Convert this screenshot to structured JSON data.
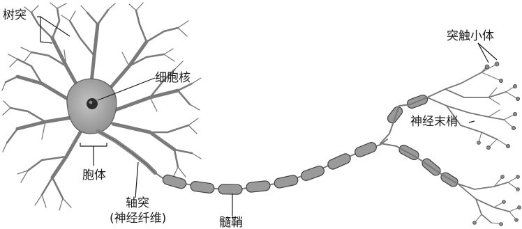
{
  "labels": {
    "dendrite": "树突",
    "nucleus": "细胞核",
    "cell_body": "胞体",
    "axon": "轴突",
    "axon_note": "(神经纤维)",
    "myelin_sheath": "髓鞘",
    "nerve_ending": "神经末梢",
    "synaptic_knob": "突触小体"
  },
  "colors": {
    "neuron_fill": "#aaaaaa",
    "neuron_stroke": "#555555",
    "nucleus": "#2c2c2c",
    "myelin_fill": "#9a9a9a",
    "myelin_stroke": "#3e3e3e",
    "leader_line": "#1a1a1a"
  }
}
